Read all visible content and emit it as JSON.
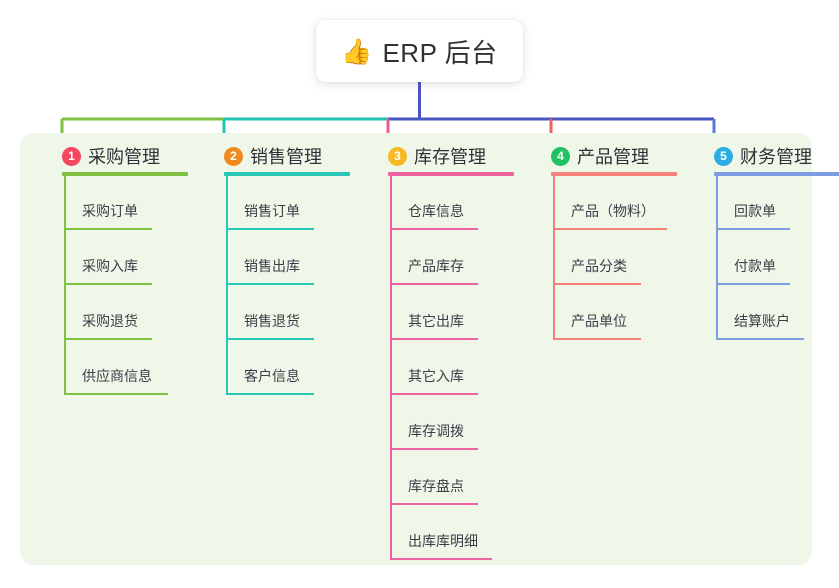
{
  "root": {
    "icon": "thumbs-up-icon",
    "icon_glyph": "👍",
    "title": "ERP 后台"
  },
  "panel": {
    "background": "#EFF7E9"
  },
  "connector_colors": {
    "segment_green": "#7FC241",
    "segment_teal": "#21C6B2",
    "segment_blue": "#4A56C4",
    "drop_1": "#7FC241",
    "drop_2": "#21C6B2",
    "drop_3": "#EE5D8F",
    "drop_4": "#F4625F",
    "drop_5": "#5A79D8",
    "stem": "#4A56C4"
  },
  "columns": [
    {
      "index": "1",
      "badge_label": "1",
      "badge_color": "#F5475F",
      "line_color": "#7FC241",
      "title": "采购管理",
      "items": [
        {
          "label": "采购订单",
          "underline_width": 88
        },
        {
          "label": "采购入库",
          "underline_width": 88
        },
        {
          "label": "采购退货",
          "underline_width": 88
        },
        {
          "label": "供应商信息",
          "underline_width": 104
        }
      ]
    },
    {
      "index": "2",
      "badge_label": "2",
      "badge_color": "#F08A1E",
      "line_color": "#28C6B4",
      "title": "销售管理",
      "items": [
        {
          "label": "销售订单",
          "underline_width": 88
        },
        {
          "label": "销售出库",
          "underline_width": 88
        },
        {
          "label": "销售退货",
          "underline_width": 88
        },
        {
          "label": "客户信息",
          "underline_width": 88
        }
      ]
    },
    {
      "index": "3",
      "badge_label": "3",
      "badge_color": "#F7B924",
      "line_color": "#EE64A0",
      "title": "库存管理",
      "items": [
        {
          "label": "仓库信息",
          "underline_width": 88
        },
        {
          "label": "产品库存",
          "underline_width": 88
        },
        {
          "label": "其它出库",
          "underline_width": 88
        },
        {
          "label": "其它入库",
          "underline_width": 88
        },
        {
          "label": "库存调拨",
          "underline_width": 88
        },
        {
          "label": "库存盘点",
          "underline_width": 88
        },
        {
          "label": "出库库明细",
          "underline_width": 102
        }
      ]
    },
    {
      "index": "4",
      "badge_label": "4",
      "badge_color": "#23C165",
      "line_color": "#F4817A",
      "title": "产品管理",
      "items": [
        {
          "label": "产品（物料）",
          "underline_width": 114
        },
        {
          "label": "产品分类",
          "underline_width": 88
        },
        {
          "label": "产品单位",
          "underline_width": 88
        }
      ]
    },
    {
      "index": "5",
      "badge_label": "5",
      "badge_color": "#2DACE3",
      "line_color": "#7C9DE0",
      "title": "财务管理",
      "items": [
        {
          "label": "回款单",
          "underline_width": 74
        },
        {
          "label": "付款单",
          "underline_width": 74
        },
        {
          "label": "结算账户",
          "underline_width": 88
        }
      ]
    }
  ]
}
